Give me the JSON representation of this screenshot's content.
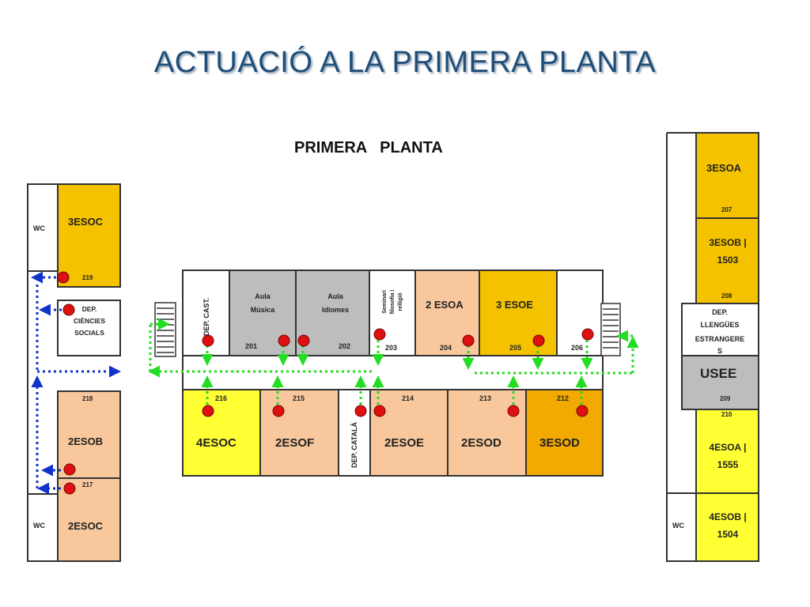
{
  "title": "ACTUACIÓ A LA PRIMERA PLANTA",
  "plan_title": "PRIMERA   PLANTA",
  "colors": {
    "orange": "#f5c200",
    "peach": "#f8c89c",
    "gray": "#bdbdbd",
    "yellow": "#ffff33",
    "dark_orange": "#f2a900",
    "wall": "#333333",
    "green_path": "#22dd22",
    "blue_path": "#1133cc",
    "marker": "#dd1111"
  },
  "rooms": {
    "wc_left_top": "WC",
    "esoc3": "3ESOC",
    "n219": "219",
    "dep_ciencies": "DEP.\nCIÈNCIES\nSOCIALS",
    "n218": "218",
    "esob2": "2ESOB",
    "n217": "217",
    "wc_left_bottom": "WC",
    "esoc2": "2ESOC",
    "dep_cast": "DEP. CAST.",
    "aula_musica": "Aula\nMúsica",
    "n201": "201",
    "aula_idiomes": "Aula\nIdiomes",
    "n202": "202",
    "seminari": "Seminari\nfilosofia i\nrelligió",
    "n203": "203",
    "esoa2": "2 ESOA",
    "n204": "204",
    "esoe3": "3 ESOE",
    "n205": "205",
    "n206": "206",
    "n216": "216",
    "esoc4": "4ESOC",
    "n215": "215",
    "esof2": "2ESOF",
    "dep_catala": "DEP. CATALÀ",
    "n214": "214",
    "esoe2": "2ESOE",
    "n213": "213",
    "esod2": "2ESOD",
    "n212": "212",
    "esod3": "3ESOD",
    "esoa3": "3ESOA",
    "n207": "207",
    "esob3": "3ESOB |\n1503",
    "n208": "208",
    "dep_llengues": "DEP.\nLLENGÜES\nESTRANGERE\nS",
    "usee": "USEE",
    "n209": "209",
    "n210": "210",
    "esoa4": "4ESOA |\n1555",
    "wc_right": "WC",
    "esob4": "4ESOB |\n1504"
  }
}
